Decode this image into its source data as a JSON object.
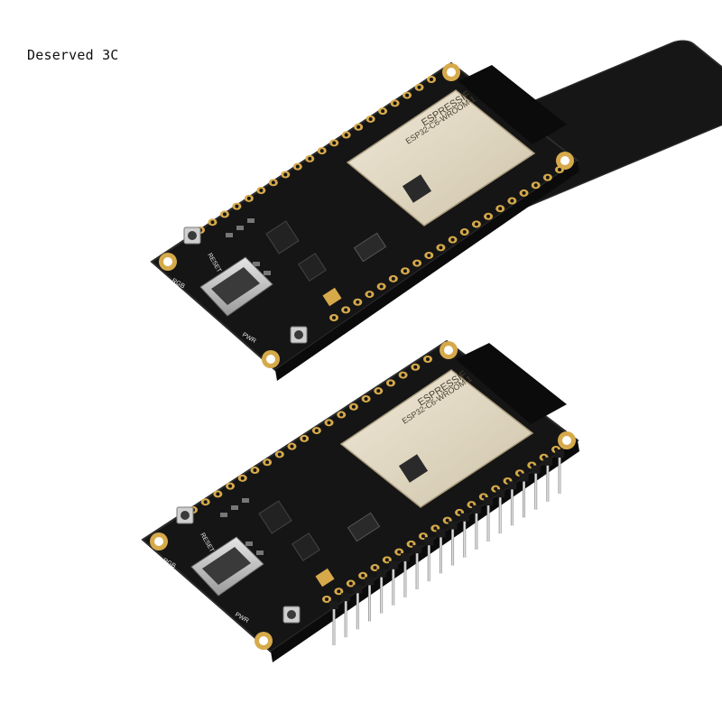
{
  "watermark": "Deserved 3C",
  "boards": [
    {
      "variant": "without-pin-headers",
      "module": {
        "brand": "ESPRESSIF",
        "model": "ESP32-C6-WROOM-1"
      },
      "silkscreen": {
        "reset": "RESET",
        "power": "PWR",
        "rgb": "RGB"
      }
    },
    {
      "variant": "with-pin-headers",
      "module": {
        "brand": "ESPRESSIF",
        "model": "ESP32-C6-WROOM-1"
      },
      "silkscreen": {
        "reset": "RESET",
        "power": "PWR",
        "rgb": "RGB"
      }
    }
  ],
  "colors": {
    "pcb": "#161616",
    "pad": "#d6a94a",
    "module_shield": "#e2d9c4",
    "antenna": "#0c0c0c",
    "usb": "#c9c9c9",
    "pin": "#1b1b1b"
  }
}
